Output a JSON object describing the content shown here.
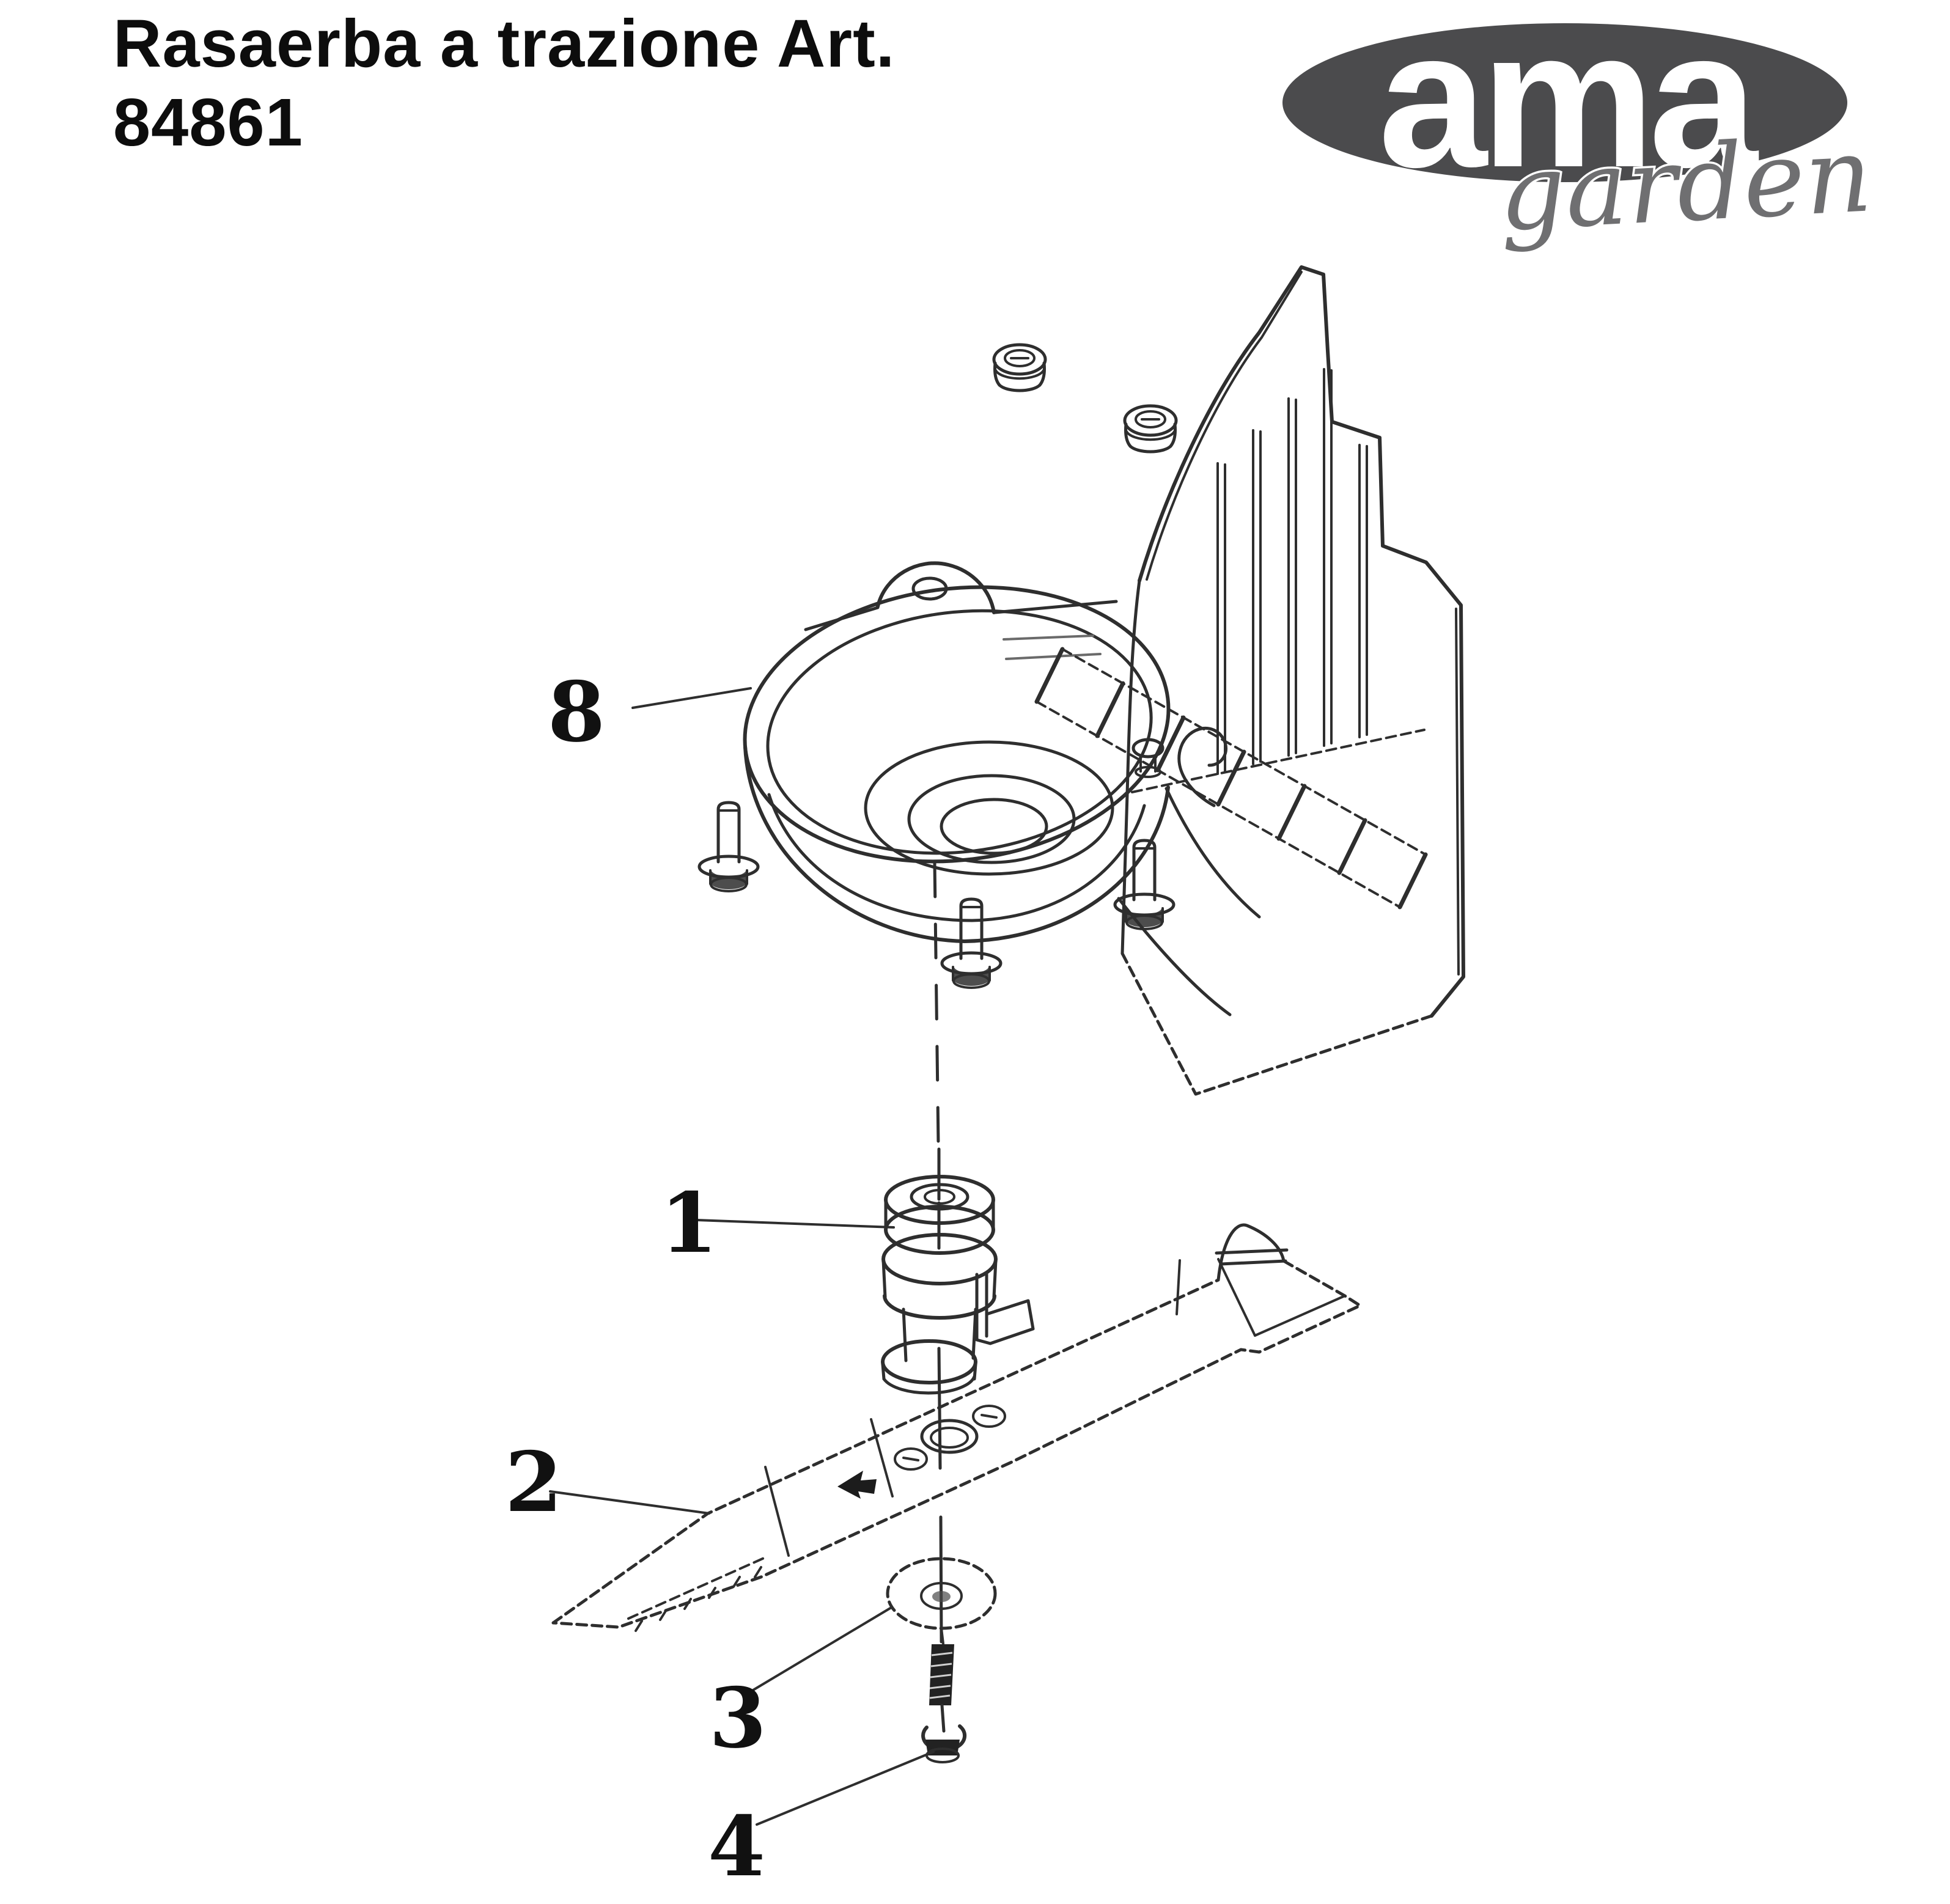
{
  "header": {
    "title_line1": "Rasaerba a trazione Art.",
    "title_line2": "84861"
  },
  "logo": {
    "brand": "ama",
    "sub_brand": "garden",
    "colors": {
      "ellipse": "#4b4b4d",
      "brand_text": "#ffffff",
      "sub_brand_text": "#6f6f71"
    }
  },
  "diagram": {
    "ink_color": "#2e2e2e",
    "labels": {
      "deck_housing": "8",
      "blade_adapter": "1",
      "blade": "2",
      "washer": "3",
      "bolt": "4"
    }
  }
}
